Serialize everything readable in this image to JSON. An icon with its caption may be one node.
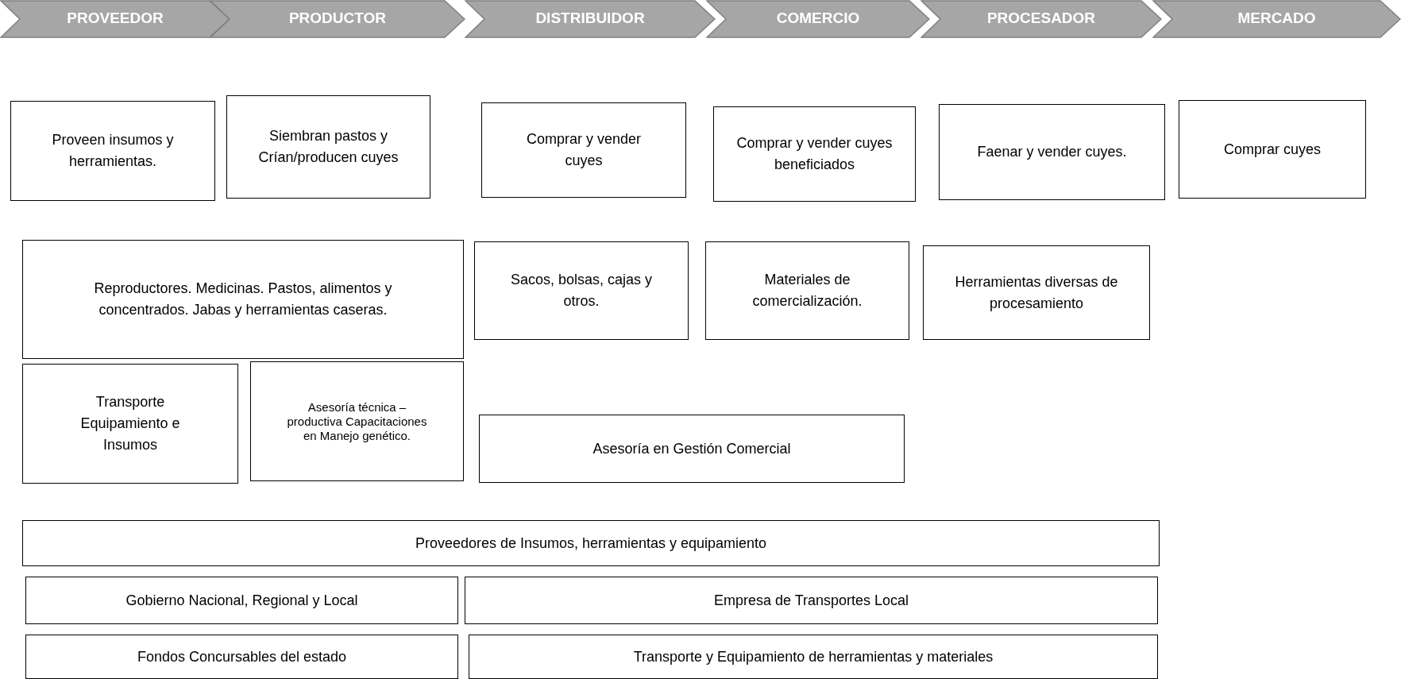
{
  "diagram": {
    "nodes": [
      {
        "text": [
          "PROVEEDOR"
        ]
      },
      {
        "text": [
          "PRODUCTOR"
        ]
      },
      {
        "text": [
          "DISTRIBUIDOR"
        ]
      },
      {
        "text": [
          "COMERCIO"
        ]
      },
      {
        "text": [
          "PROCESADOR"
        ]
      },
      {
        "text": [
          "MERCADO"
        ]
      },
      {
        "text": [
          "Proveen insumos y herramientas."
        ]
      },
      {
        "text": [
          "Siembran pastos y Crían/producen cuyes"
        ]
      },
      {
        "text": [
          "Comprar y vender cuyes"
        ]
      },
      {
        "text": [
          "Comprar y vender cuyes beneficiados"
        ]
      },
      {
        "text": [
          "Faenar y vender cuyes."
        ]
      },
      {
        "text": [
          "Comprar cuyes"
        ]
      },
      {
        "text": [
          "Reproductores. Medicinas. Pastos, alimentos y concentrados. Jabas y herramientas caseras."
        ]
      },
      {
        "text": [
          "Sacos, bolsas, cajas y otros."
        ]
      },
      {
        "text": [
          "Materiales de comercialización."
        ]
      },
      {
        "text": [
          "Herramientas diversas de procesamiento"
        ]
      },
      {
        "text": [
          "Transporte Equipamiento e Insumos"
        ]
      },
      {
        "text": [
          "Asesoría técnica – productiva Capacitaciones en Manejo genético."
        ]
      },
      {
        "text": [
          "Asesoría en Gestión Comercial"
        ]
      },
      {
        "text": [
          "Proveedores de Insumos, herramientas y equipamiento"
        ]
      },
      {
        "text": [
          "Gobierno Nacional, Regional y Local"
        ]
      },
      {
        "text": [
          "Empresa de Transportes Local"
        ]
      },
      {
        "text": [
          "Fondos Concursables del estado"
        ]
      },
      {
        "text": [
          "Transporte y Equipamiento de herramientas y materiales"
        ]
      }
    ]
  }
}
